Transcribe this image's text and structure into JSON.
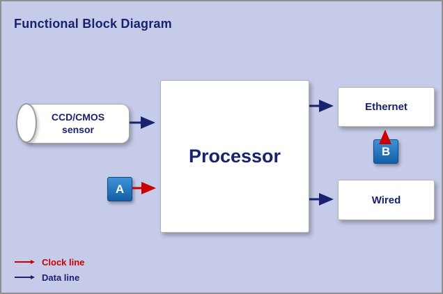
{
  "colors": {
    "background": "#c6cbe9",
    "navy": "#19226e",
    "red": "#cc0000",
    "badge_blue": "#135fa9",
    "box_background": "#ffffff"
  },
  "title": "Functional Block Diagram",
  "blocks": {
    "sensor": {
      "label_line1": "CCD/CMOS",
      "label_line2": "sensor"
    },
    "processor": {
      "label": "Processor"
    },
    "ethernet": {
      "label": "Ethernet"
    },
    "wired": {
      "label": "Wired"
    }
  },
  "badges": {
    "a": "A",
    "b": "B"
  },
  "legend": {
    "clock": "Clock line",
    "data": "Data line"
  }
}
